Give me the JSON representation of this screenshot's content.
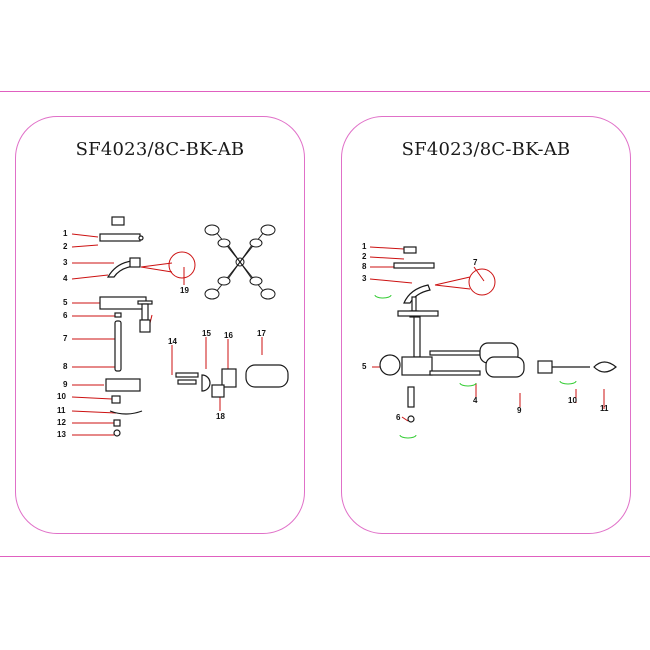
{
  "sheet": {
    "left_panel": {
      "title": "SF4023/8C-BK-AB",
      "callouts": [
        "1",
        "2",
        "3",
        "4",
        "5",
        "6",
        "7",
        "8",
        "9",
        "10",
        "11",
        "12",
        "13",
        "14",
        "15",
        "16",
        "17",
        "18",
        "19"
      ]
    },
    "right_panel": {
      "title": "SF4023/8C-BK-AB",
      "callouts": [
        "1",
        "2",
        "8",
        "3",
        "7",
        "5",
        "4",
        "9",
        "10",
        "11",
        "6"
      ]
    }
  },
  "colors": {
    "border": "#e070c8",
    "leader": "#cc1111",
    "ink": "#1a1a1a",
    "accent_green": "#33cc33"
  }
}
